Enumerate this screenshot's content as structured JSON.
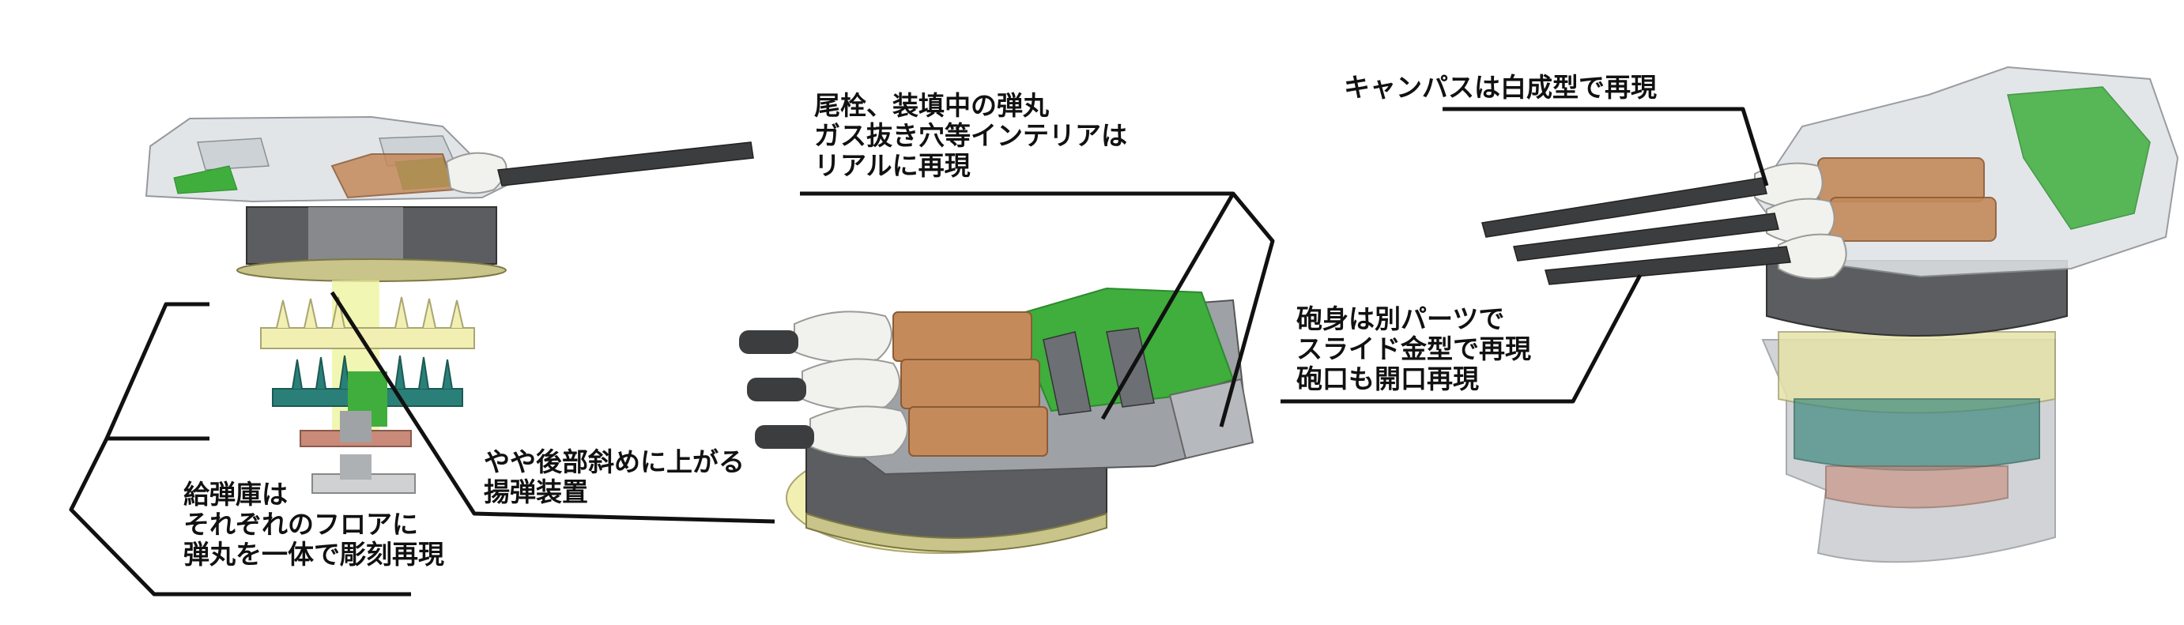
{
  "callouts": {
    "magazine": {
      "lines": [
        "給弾庫は",
        "それぞれのフロアに",
        "弾丸を一体で彫刻再現"
      ]
    },
    "hoist": {
      "lines": [
        "やや後部斜めに上がる",
        "揚弾装置"
      ]
    },
    "breech": {
      "lines": [
        "尾栓、装填中の弾丸",
        "ガス抜き穴等インテリアは",
        "リアルに再現"
      ]
    },
    "canvas": {
      "lines": [
        "キャンパスは白成型で再現"
      ]
    },
    "barrel": {
      "lines": [
        "砲身は別パーツで",
        "スライド金型で再現",
        "砲口も開口再現"
      ]
    }
  },
  "colors": {
    "clear_hull": "#dfe3e6",
    "ring_gray": "#5b5d60",
    "ring_light": "#b9bcbf",
    "gear_olive": "#c8c48a",
    "floor_yellow": "#f1efb2",
    "floor_teal": "#2a8078",
    "floor_red": "#c98a7a",
    "floor_gray": "#cfd1d3",
    "green": "#3fae3c",
    "green_dark": "#2c8a2f",
    "copper": "#c48a5a",
    "copper_dark": "#8d5a35",
    "barrel": "#3b3d3f",
    "canvas_white": "#f1f1ee",
    "leader": "#111111"
  }
}
